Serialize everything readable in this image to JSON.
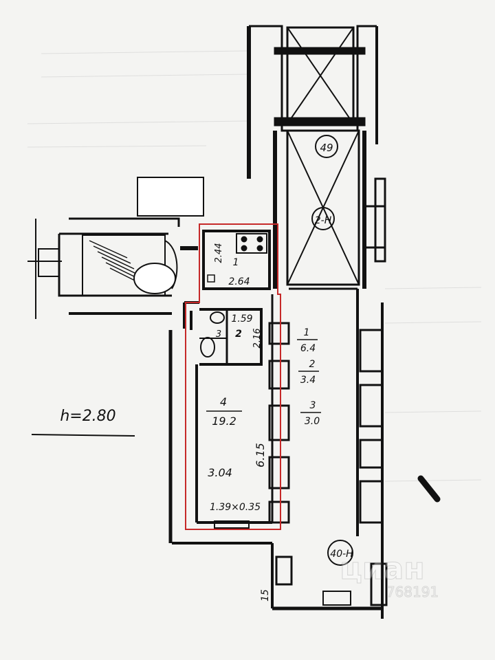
{
  "height_label": "h=2.80",
  "room_kitchen": {
    "number": "1",
    "width": "2.64",
    "depth": "2.44"
  },
  "room_bath": {
    "number": "2",
    "width": "1.59",
    "depth": "2.16"
  },
  "room_wc": {
    "number": "3"
  },
  "room_main": {
    "number": "4",
    "area": "19.2",
    "width": "3.04",
    "length": "6.15",
    "niche": "1.39×0.35"
  },
  "corridor_rooms": [
    {
      "number": "1",
      "area": "6.4"
    },
    {
      "number": "2",
      "area": "3.4"
    },
    {
      "number": "3",
      "area": "3.0"
    }
  ],
  "staircase_top_label": "49",
  "staircase_mid_label": "2-Н",
  "bottom_room_label": "40-Н",
  "bottom_left_label": "15",
  "watermark": {
    "brand": "циан",
    "id": "768191"
  }
}
